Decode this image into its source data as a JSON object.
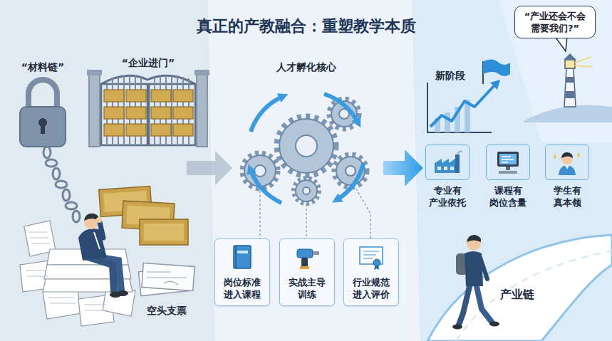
{
  "diagram": {
    "title": "真正的产教融合：重塑教学本质",
    "nodes": [
      {
        "text": [
          "岗位标准 进入课程"
        ]
      },
      {
        "text": [
          "实战主导 训练"
        ]
      },
      {
        "text": [
          "行业规范 进入评价"
        ]
      },
      {
        "text": [
          "“产业还会不会 需要我们?”"
        ]
      },
      {
        "text": [
          "专业有 产业依托"
        ]
      },
      {
        "text": [
          "课程有 岗位含量"
        ]
      },
      {
        "text": [
          "学生有 真本领"
        ]
      },
      {
        "text": [
          "产业链"
        ]
      }
    ],
    "labels": [
      "“材料链”",
      "“企业进门”",
      "空头支票",
      "人才孵化核心",
      "新阶段"
    ]
  }
}
